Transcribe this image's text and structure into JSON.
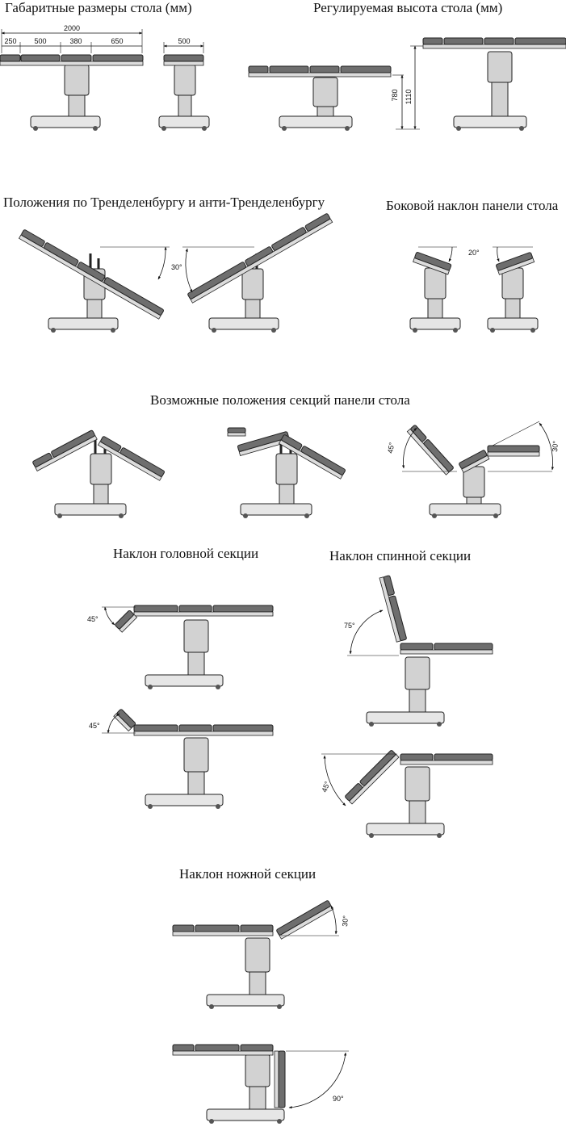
{
  "titles": {
    "dimensions": "Габаритные размеры стола (мм)",
    "height": "Регулируемая высота стола (мм)",
    "trendelenburg": "Положения по Тренделенбургу и анти-Тренделенбургу",
    "lateral": "Боковой наклон панели стола",
    "positions": "Возможные положения секций панели стола",
    "head": "Наклон головной секции",
    "back": "Наклон спинной секции",
    "leg": "Наклон ножной секции"
  },
  "dimensions": {
    "total": "2000",
    "sections": [
      "250",
      "500",
      "380",
      "650"
    ],
    "width": "500"
  },
  "heights": {
    "min": "780",
    "max": "1110"
  },
  "angles": {
    "trendelenburg": "30°",
    "lateral": "20°",
    "positions_45": "45°",
    "positions_30": "30°",
    "head_down": "45°",
    "head_up": "45°",
    "back_up": "75°",
    "back_down": "45°",
    "leg_up": "30°",
    "leg_down": "90°"
  },
  "colors": {
    "pad": "#6e6e6e",
    "frame": "#dcdcdc",
    "column": "#d2d2d2",
    "base": "#e6e6e6",
    "outline": "#222222"
  }
}
